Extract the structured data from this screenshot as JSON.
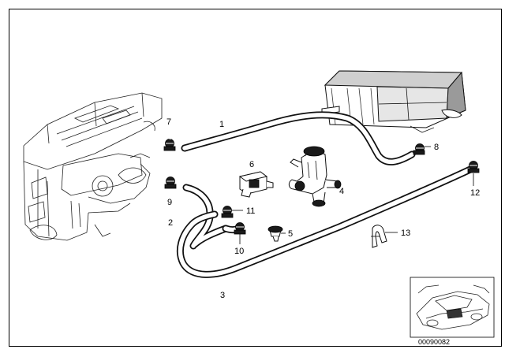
{
  "diagram": {
    "callouts": [
      {
        "id": "1",
        "label": "1"
      },
      {
        "id": "2",
        "label": "2"
      },
      {
        "id": "3",
        "label": "3"
      },
      {
        "id": "4",
        "label": "4"
      },
      {
        "id": "5",
        "label": "5"
      },
      {
        "id": "6",
        "label": "6"
      },
      {
        "id": "7",
        "label": "7"
      },
      {
        "id": "8",
        "label": "8"
      },
      {
        "id": "9",
        "label": "9"
      },
      {
        "id": "10",
        "label": "10"
      },
      {
        "id": "11",
        "label": "11"
      },
      {
        "id": "12",
        "label": "12"
      },
      {
        "id": "13",
        "label": "13"
      }
    ],
    "reference_code": "00090082"
  }
}
